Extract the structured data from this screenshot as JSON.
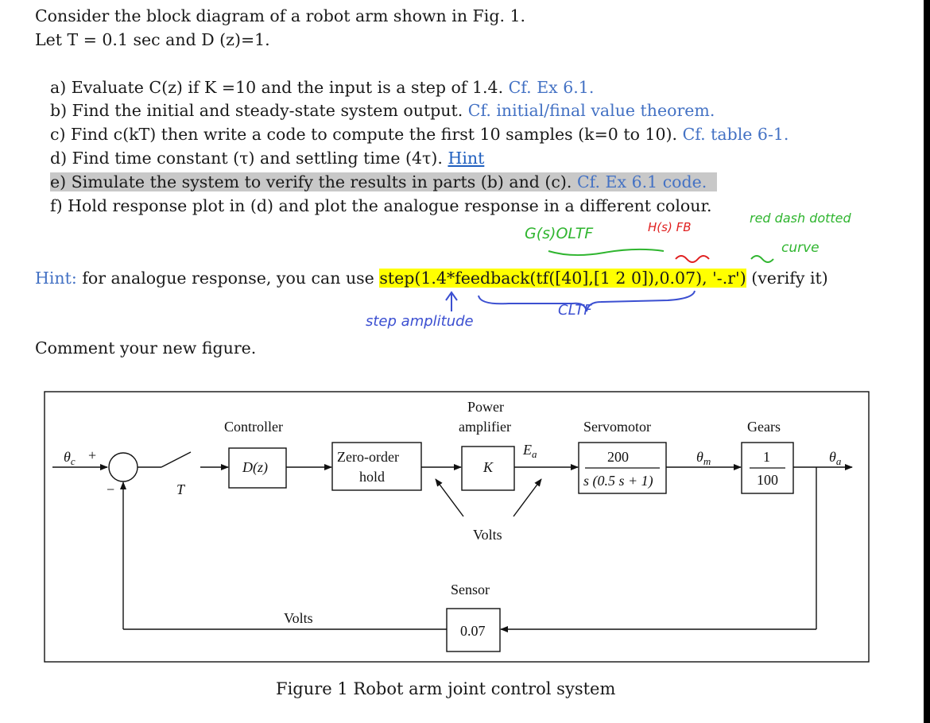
{
  "intro": {
    "line1": "Consider the block diagram of a robot arm shown in Fig. 1.",
    "line2": "Let T = 0.1 sec and D (z)=1."
  },
  "items": [
    {
      "label": "a)",
      "text": "Evaluate C(z) if K =10 and the input is a step of 1.4.",
      "ref": "Cf. Ex 6.1."
    },
    {
      "label": "b)",
      "text": "Find the initial and steady-state system output.",
      "ref": "Cf. initial/final value theorem."
    },
    {
      "label": "c)",
      "text": "Find c(kT) then write a code to compute the first 10 samples (k=0 to 10).",
      "ref": "Cf. table 6-1."
    },
    {
      "label": "d)",
      "text": "Find time constant (τ) and settling time (4τ).",
      "link": "Hint"
    },
    {
      "label": "e)",
      "text": "Simulate the system to verify the results in parts (b) and (c).",
      "ref": "Cf. Ex 6.1 code."
    },
    {
      "label": "f)",
      "text": "Hold response plot in (d) and plot the analogue response in a different colour."
    }
  ],
  "hint": {
    "label": "Hint:",
    "text": " for analogue response, you can use ",
    "code": "step(1.4*feedback(tf([40],[1 2 0]),0.07), '-.r')",
    "tail": " (verify it)"
  },
  "comment": "Comment your new figure.",
  "annotations": {
    "gs_oltf": "G(s)OLTF",
    "hs_fb": "H(s) FB",
    "red_dash_dotted": "red dash dotted",
    "curve": "curve",
    "step_amplitude": "step amplitude",
    "cltf": "CLTF"
  },
  "diagram": {
    "controller_label": "Controller",
    "controller_block": "D(z)",
    "zoh_line1": "Zero-order",
    "zoh_line2": "hold",
    "amp_label1": "Power",
    "amp_label2": "amplifier",
    "amp_block": "K",
    "ea": "E",
    "ea_sub": "a",
    "servo_label": "Servomotor",
    "servo_num": "200",
    "servo_den": "s (0.5 s + 1)",
    "gears_label": "Gears",
    "gears_num": "1",
    "gears_den": "100",
    "theta": "θ",
    "theta_c_sub": "c",
    "theta_m_sub": "m",
    "theta_a_sub": "a",
    "plus": "+",
    "minus": "−",
    "T": "T",
    "volts_amp": "Volts",
    "sensor_label": "Sensor",
    "sensor_block": "0.07",
    "volts_feedback": "Volts"
  },
  "caption": "Figure 1 Robot arm joint control system"
}
